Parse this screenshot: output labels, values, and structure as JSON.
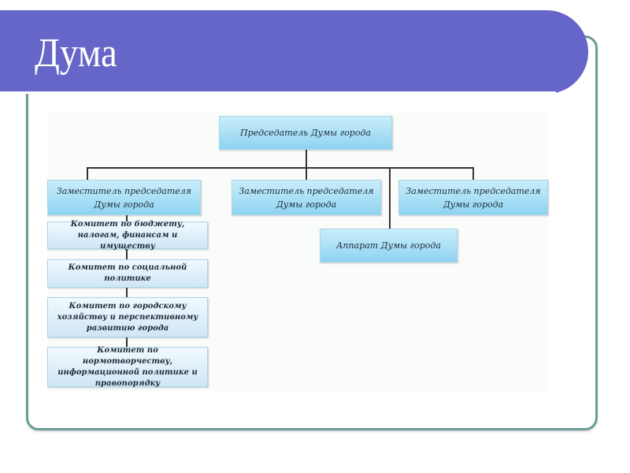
{
  "slide": {
    "title": "Дума"
  },
  "org_chart": {
    "chairman": "Председатель Думы города",
    "deputies": [
      "Заместитель председателя Думы города",
      "Заместитель председателя Думы города",
      "Заместитель председателя Думы города"
    ],
    "apparatus": "Аппарат Думы города",
    "committees": [
      "Комитет по бюджету, налогам, финансам и имуществу",
      "Комитет по социальной политике",
      "Комитет по городскому хозяйству и перспективному развитию города",
      "Комитет по нормотворчеству, информационной политике и правопорядку"
    ]
  },
  "colors": {
    "title_bar": "#6666c8",
    "frame": "#6a9c98",
    "box_primary": "#8fd3f0",
    "box_secondary": "#cfe6f6"
  }
}
